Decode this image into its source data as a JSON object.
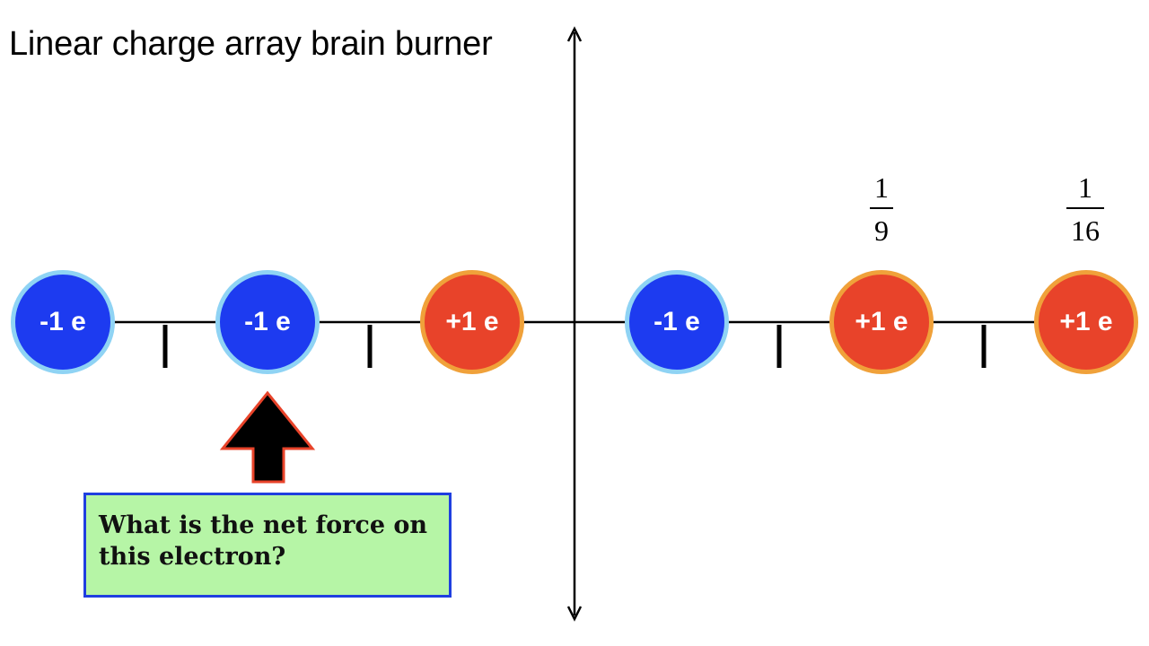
{
  "title": "Linear charge array brain burner",
  "charges": [
    {
      "label": "-1 e",
      "sign": "negative"
    },
    {
      "label": "-1 e",
      "sign": "negative"
    },
    {
      "label": "+1 e",
      "sign": "positive"
    },
    {
      "label": "-1 e",
      "sign": "negative"
    },
    {
      "label": "+1 e",
      "sign": "positive"
    },
    {
      "label": "+1 e",
      "sign": "positive"
    }
  ],
  "fractions": [
    {
      "numerator": "1",
      "denominator": "9"
    },
    {
      "numerator": "1",
      "denominator": "16"
    }
  ],
  "callout": {
    "text": "What is the net force on this electron?"
  },
  "colors": {
    "negative_fill": "#1d3bf0",
    "negative_border": "#8fd3f4",
    "positive_fill": "#e8432a",
    "positive_border": "#f0a13a",
    "arrow_fill": "#000000",
    "arrow_border": "#e8432a",
    "callout_fill": "#b6f5a6",
    "callout_border": "#1f3fe0"
  }
}
